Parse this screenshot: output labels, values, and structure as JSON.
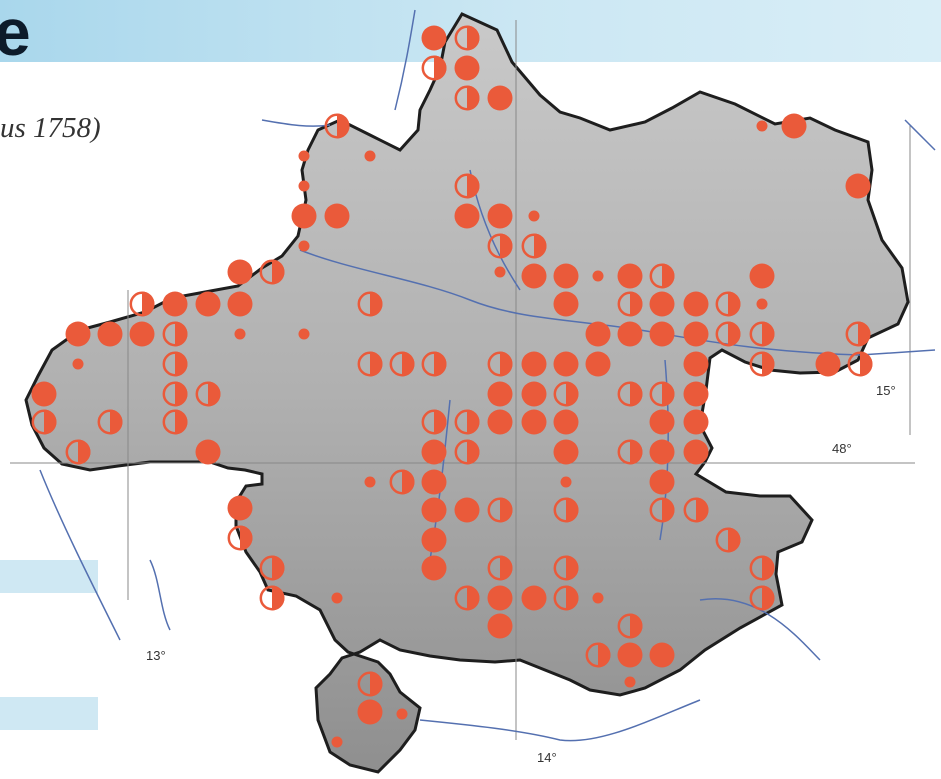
{
  "header": {
    "title_fragment": "e",
    "author_fragment": "us 1758)"
  },
  "legend": {
    "bars": [
      "",
      ""
    ]
  },
  "map": {
    "grid_labels": {
      "lat_48": "48°",
      "lon_13": "13°",
      "lon_14": "14°",
      "lon_15": "15°"
    },
    "colors": {
      "dot": "#ea5a3a",
      "terrain": "#b3b3b3",
      "border": "#1e1e1e",
      "river": "#5470b0",
      "header": "#bfe2f1"
    },
    "symbol_legend": {
      "large": "full circle",
      "half": "half-filled circle",
      "small": "small dot"
    }
  }
}
